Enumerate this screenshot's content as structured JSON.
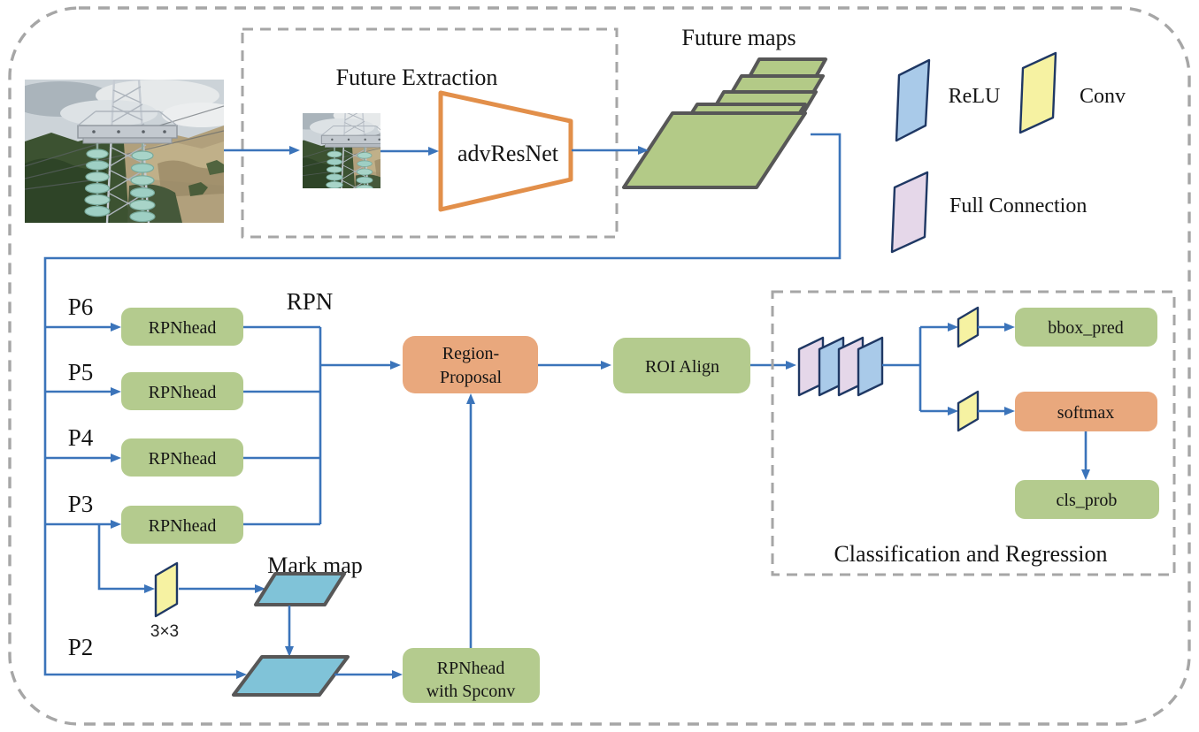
{
  "figure": {
    "feature_extraction_box": {
      "title": "Future Extraction",
      "backbone_label": "advResNet"
    },
    "feature_maps_label": "Future maps",
    "legend": {
      "relu": "ReLU",
      "conv": "Conv",
      "full_connection": "Full Connection"
    },
    "rpn": {
      "title": "RPN",
      "pyramid_levels": {
        "p6": "P6",
        "p5": "P5",
        "p4": "P4",
        "p3": "P3",
        "p2": "P2"
      },
      "heads": [
        "RPNhead",
        "RPNhead",
        "RPNhead",
        "RPNhead"
      ],
      "conv_3x3": "3×3",
      "mark_map_label": "Mark map",
      "spconv_head": {
        "line1": "RPNhead",
        "line2": "with Spconv"
      }
    },
    "region_proposal": {
      "line1": "Region-",
      "line2": "Proposal"
    },
    "roi_align": "ROI Align",
    "classification_box": {
      "title": "Classification and Regression",
      "bbox_pred": "bbox_pred",
      "softmax": "softmax",
      "cls_prob": "cls_prob"
    },
    "colors": {
      "arrow_blue": "#3b74ba",
      "box_green": "#b4cb8e",
      "box_orange": "#e9a87d",
      "map_green": "#b3ca87",
      "cyan": "#80c3d8",
      "legend_blue": "#a9cae9",
      "legend_yellow": "#f6f2a2",
      "legend_pink": "#e5d7e9",
      "trapezoid_orange": "#e28f4a",
      "dash_gray": "#a6a6a6",
      "shape_border_navy": "#1f3864",
      "map_border_gray": "#575757"
    }
  }
}
